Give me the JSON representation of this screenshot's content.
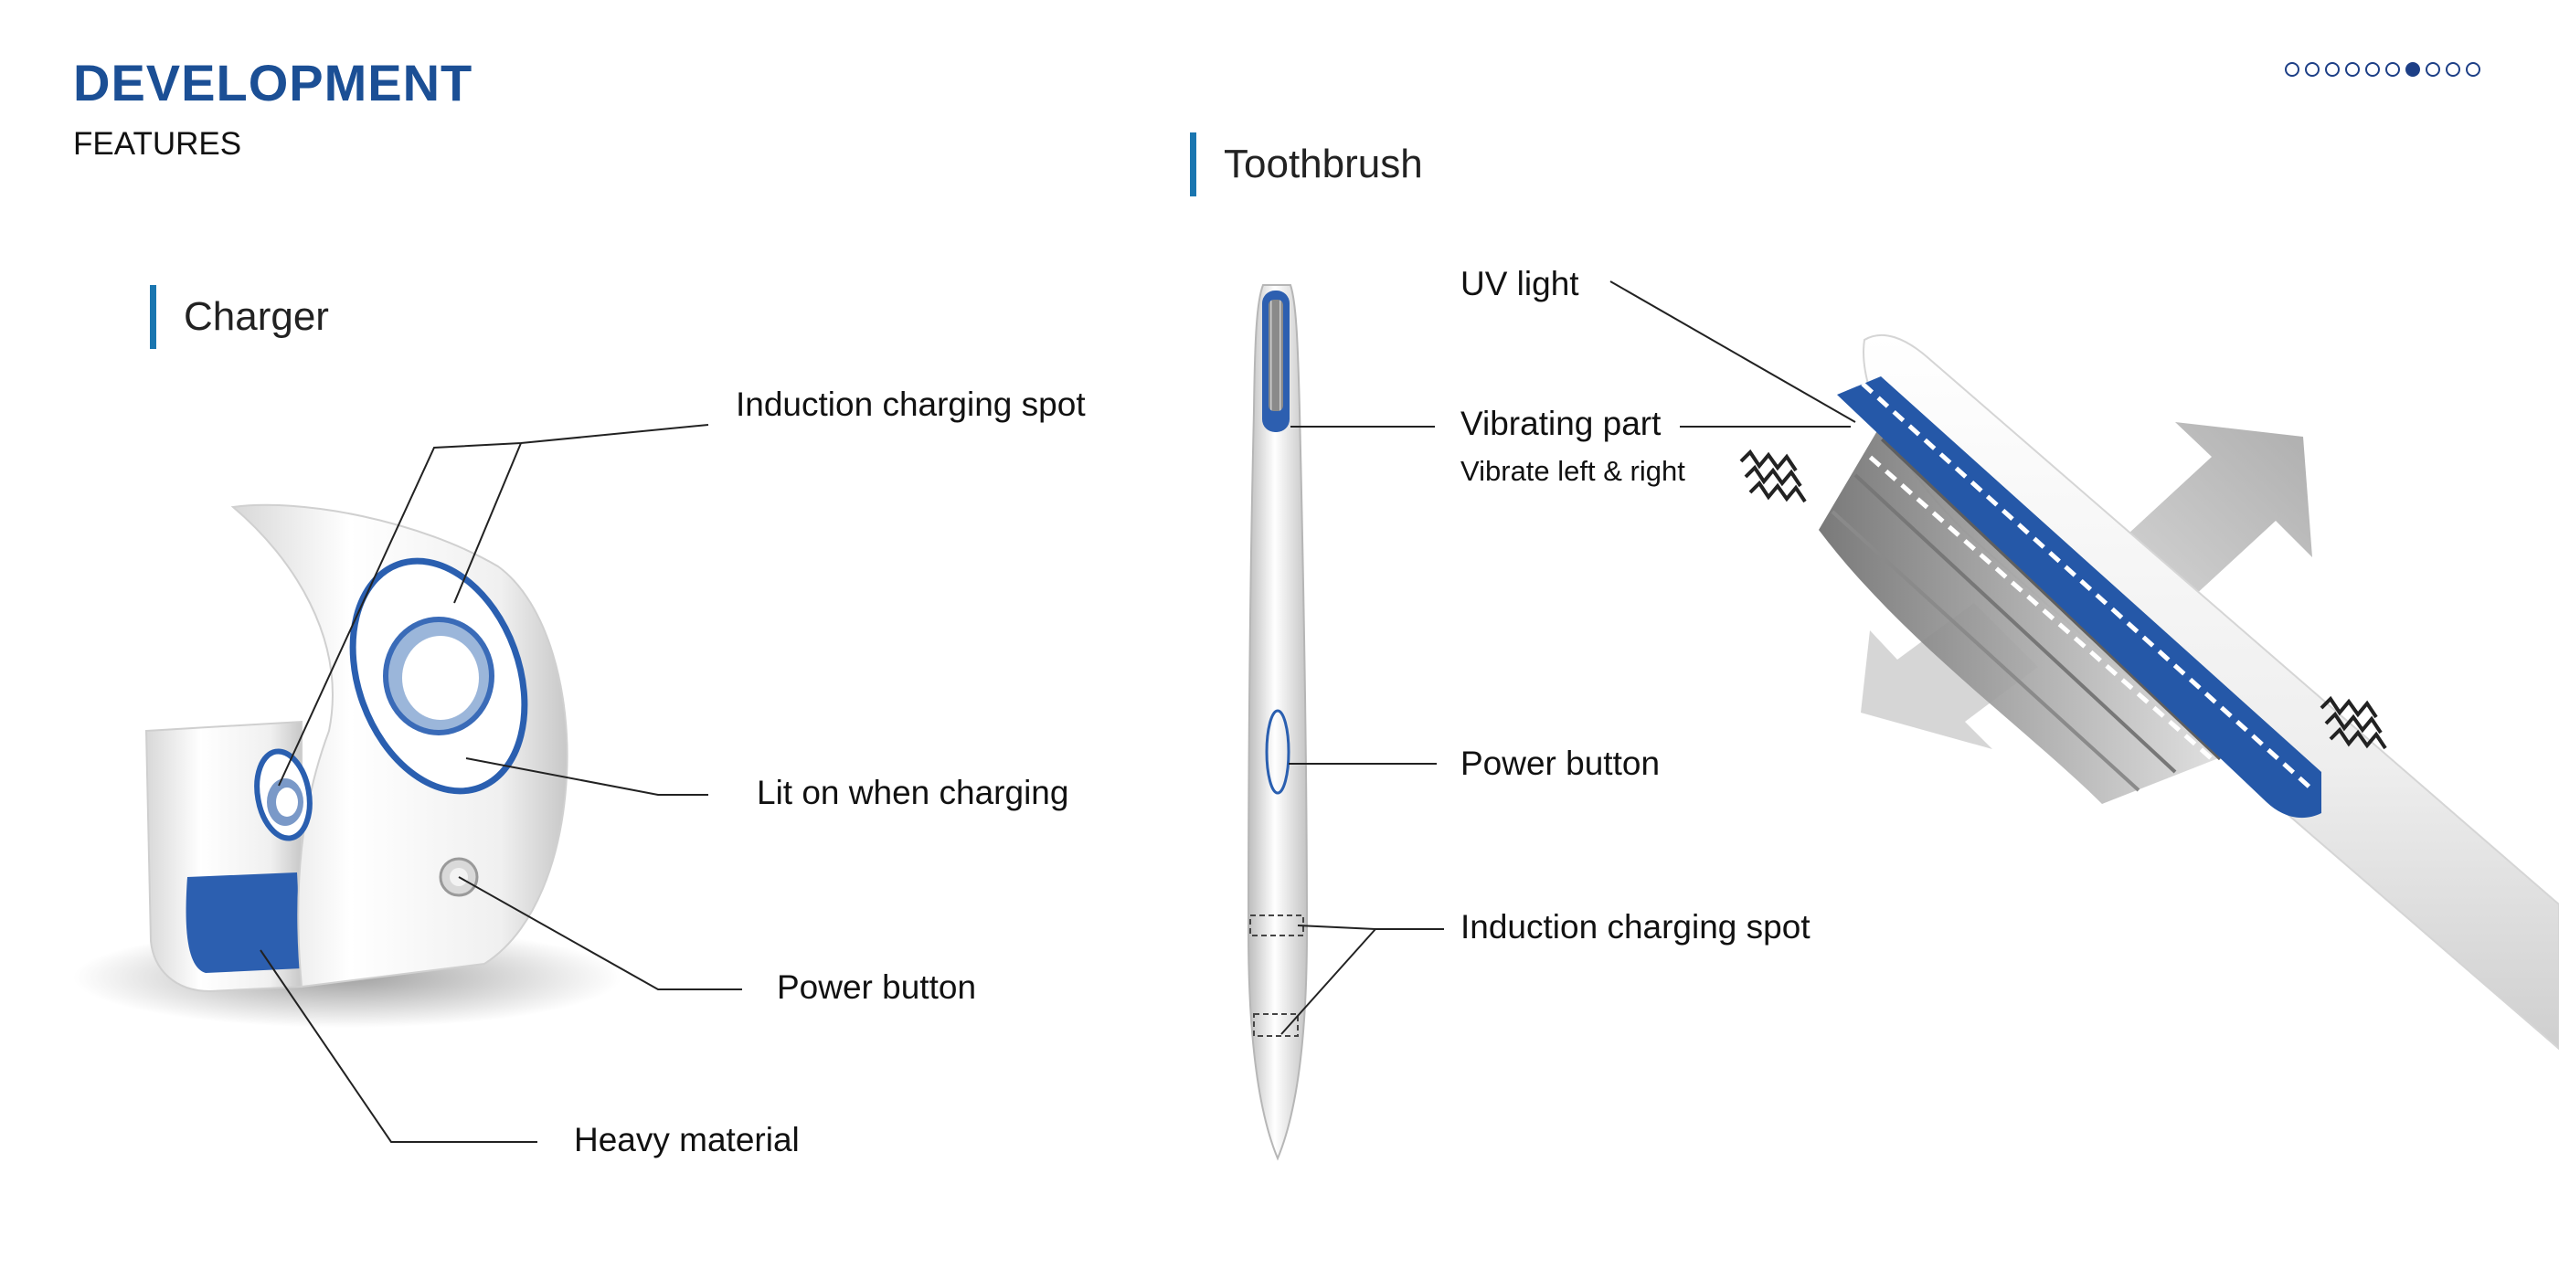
{
  "header": {
    "title": "DEVELOPMENT",
    "subtitle": "FEATURES"
  },
  "pagination": {
    "total": 10,
    "active_index": 6
  },
  "charger": {
    "section_title": "Charger",
    "labels": {
      "induction": "Induction charging spot",
      "lit": "Lit on when charging",
      "power": "Power button",
      "heavy": "Heavy material"
    }
  },
  "toothbrush": {
    "section_title": "Toothbrush",
    "labels": {
      "uv": "UV light",
      "vibrating": "Vibrating part",
      "vibrating_note": "Vibrate left & right",
      "power": "Power button",
      "induction": "Induction charging spot"
    }
  },
  "colors": {
    "title_blue": "#1b4f95",
    "accent_blue": "#1a76b0",
    "led_blue": "#2a5fb0",
    "dot_navy": "#1d3f86"
  },
  "icons": [
    "vibration-icon",
    "arrow-icon"
  ]
}
